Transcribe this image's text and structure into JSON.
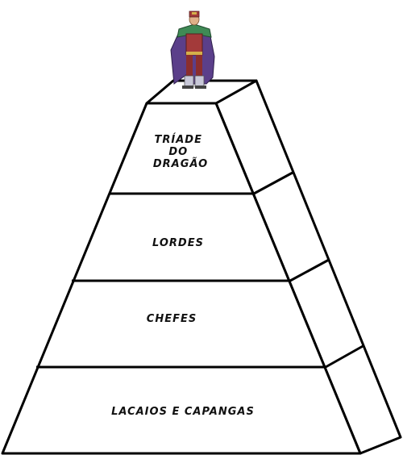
{
  "diagram": {
    "type": "pyramid",
    "figure_icon": "caped-villain-figure",
    "tiers": [
      {
        "label_lines": [
          "TRÍADE",
          "DO",
          "DRAGÃO"
        ]
      },
      {
        "label_lines": [
          "LORDES"
        ]
      },
      {
        "label_lines": [
          "CHEFES"
        ]
      },
      {
        "label_lines": [
          "LACAIOS E CAPANGAS"
        ]
      }
    ]
  }
}
